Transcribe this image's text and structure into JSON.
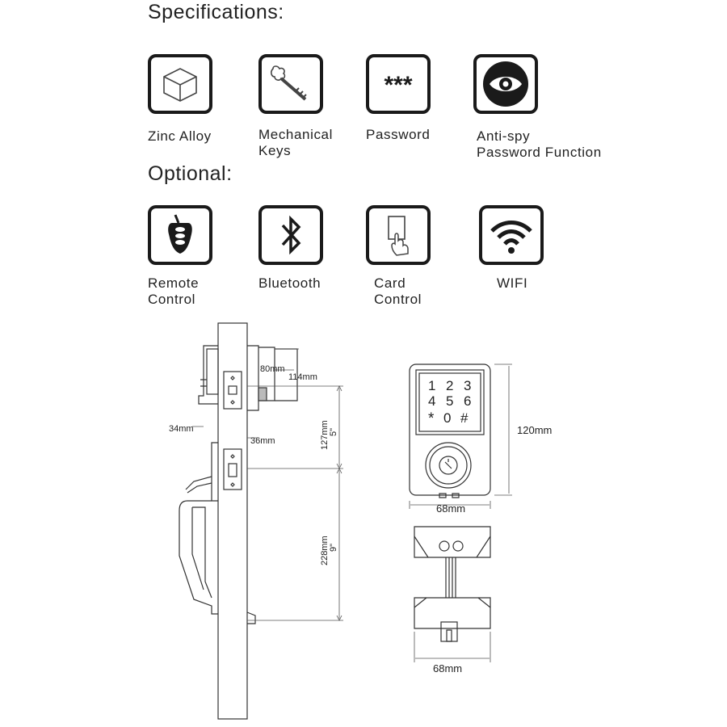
{
  "headings": {
    "specifications": "Specifications:",
    "optional": "Optional:"
  },
  "specifications": [
    {
      "icon": "cube-icon",
      "label": "Zinc Alloy"
    },
    {
      "icon": "key-icon",
      "label": "Mechanical\nKeys"
    },
    {
      "icon": "password-asterisks-icon",
      "label": "Password"
    },
    {
      "icon": "eye-icon",
      "label": "Anti-spy\nPassword Function"
    }
  ],
  "optional": [
    {
      "icon": "remote-fob-icon",
      "label": "Remote\nControl"
    },
    {
      "icon": "bluetooth-icon",
      "label": "Bluetooth"
    },
    {
      "icon": "card-icon",
      "label": "Card\nControl"
    },
    {
      "icon": "wifi-icon",
      "label": "WIFI"
    }
  ],
  "side_dimensions": {
    "d80": "80mm",
    "d114": "114mm",
    "d34": "34mm",
    "d36": "36mm",
    "d127": "127mm",
    "d127_in": "5\"",
    "d228": "228mm",
    "d228_in": "9\""
  },
  "front_dimensions": {
    "height": "120mm",
    "width": "68mm"
  },
  "keypad": {
    "row1": [
      "1",
      "2",
      "3"
    ],
    "row2": [
      "4",
      "5",
      "6"
    ],
    "row3": [
      "*",
      "0",
      "#"
    ]
  },
  "bottom_dimensions": {
    "width": "68mm"
  },
  "colors": {
    "ink": "#1a1a1a",
    "line": "#333333",
    "dimension": "#555555"
  }
}
